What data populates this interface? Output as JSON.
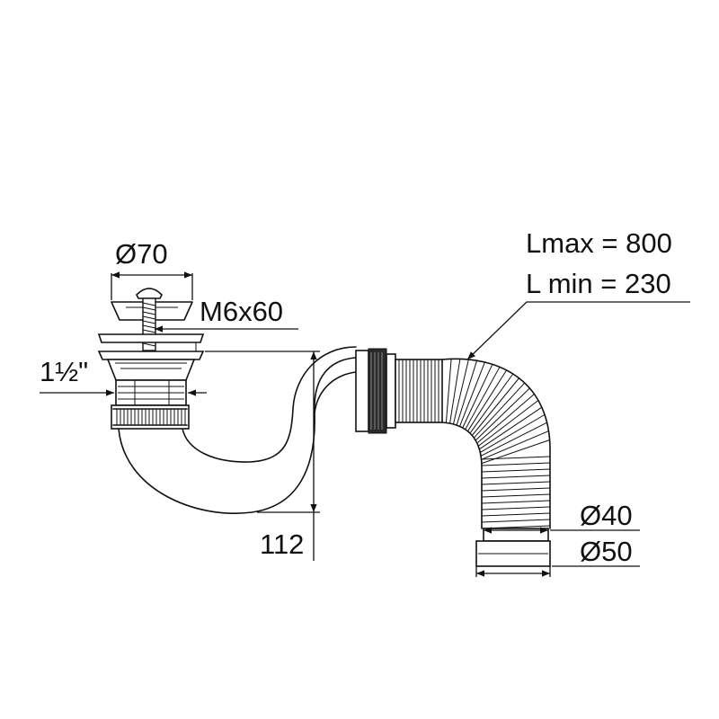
{
  "labels": {
    "diameter_70": "Ø70",
    "bolt": "M6x60",
    "thread": "1½\"",
    "height": "112",
    "lmax": "Lmax = 800",
    "lmin": "L min = 230",
    "diameter_40": "Ø40",
    "diameter_50": "Ø50"
  }
}
